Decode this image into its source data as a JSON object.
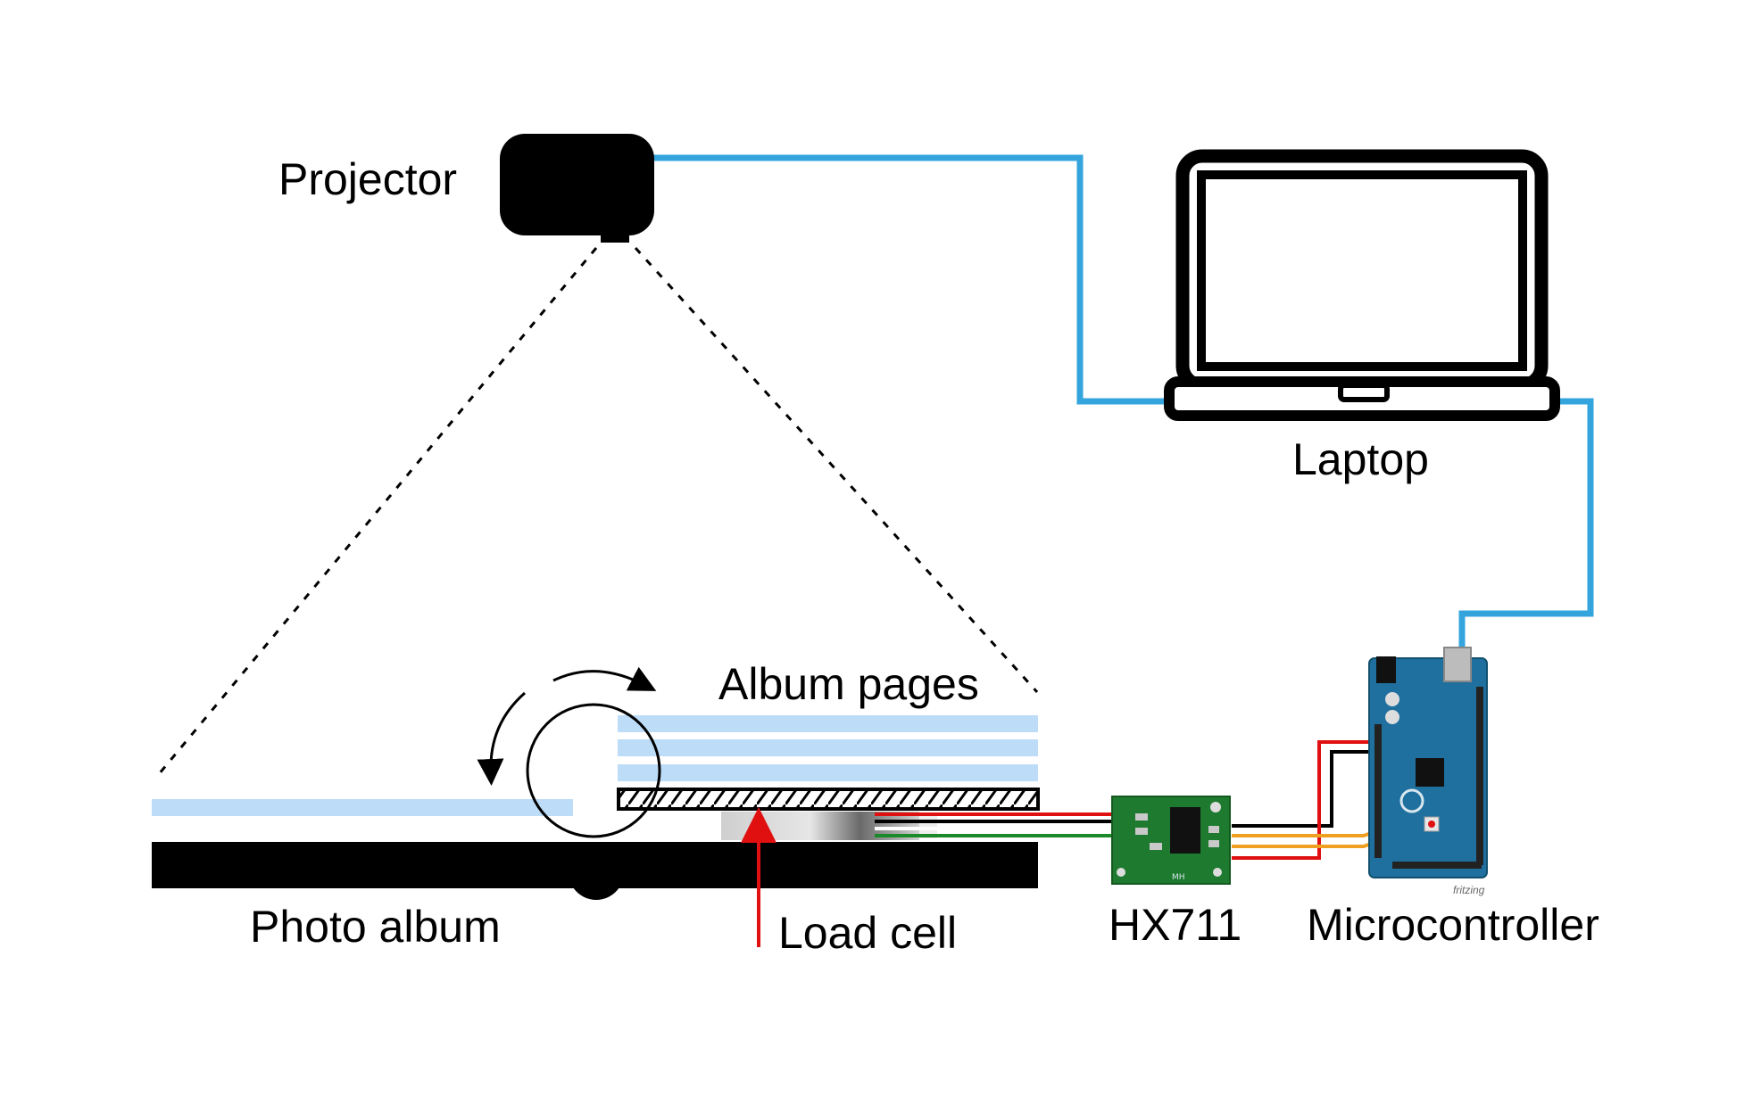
{
  "labels": {
    "projector": "Projector",
    "laptop": "Laptop",
    "album_pages": "Album pages",
    "photo_album": "Photo album",
    "load_cell": "Load cell",
    "hx711": "HX711",
    "microcontroller": "Microcontroller"
  },
  "board_marks": {
    "fritzing": "fritzing",
    "hx_mh": "MH"
  },
  "colors": {
    "cable": "#33a5dc",
    "page": "#bcdcf7",
    "album": "#000000",
    "wire_red": "#e01010",
    "wire_green": "#1a8a2a",
    "wire_orange": "#f0a020",
    "pcb_green": "#1e7a2e",
    "arduino_blue": "#1f6f9f",
    "arrow_red": "#e01010"
  }
}
